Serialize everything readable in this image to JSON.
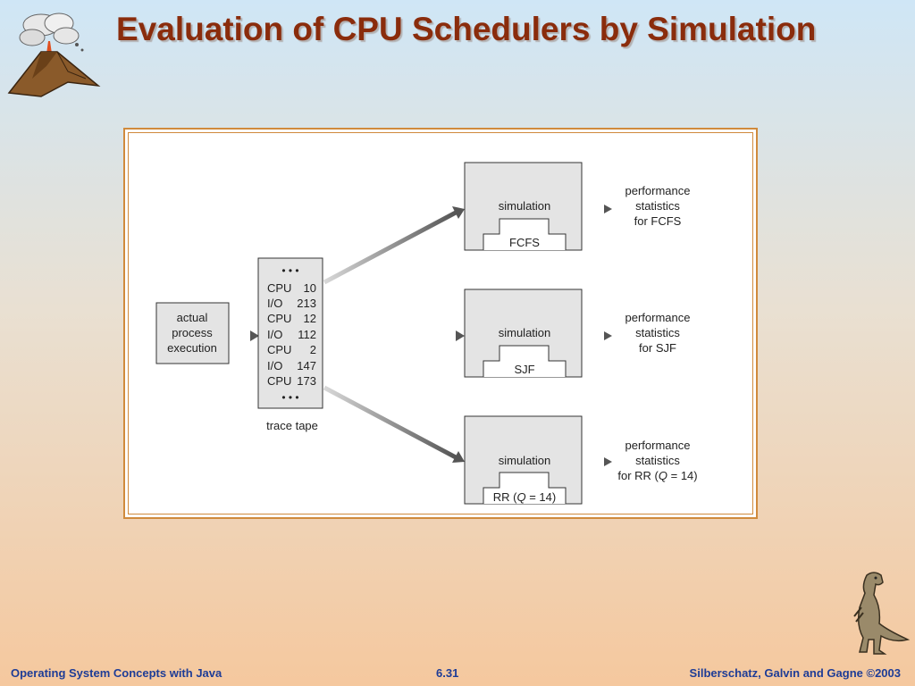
{
  "slide": {
    "title": "Evaluation of CPU Schedulers by Simulation"
  },
  "diagram": {
    "source_box": [
      "actual",
      "process",
      "execution"
    ],
    "trace_tape": {
      "label": "trace tape",
      "ellipsis": "• • •",
      "entries": [
        {
          "kind": "CPU",
          "value": "10"
        },
        {
          "kind": "I/O",
          "value": "213"
        },
        {
          "kind": "CPU",
          "value": "12"
        },
        {
          "kind": "I/O",
          "value": "112"
        },
        {
          "kind": "CPU",
          "value": "2"
        },
        {
          "kind": "I/O",
          "value": "147"
        },
        {
          "kind": "CPU",
          "value": "173"
        }
      ]
    },
    "simulations": [
      {
        "label": "simulation",
        "algorithm": "FCFS",
        "output": [
          "performance",
          "statistics",
          "for FCFS"
        ]
      },
      {
        "label": "simulation",
        "algorithm": "SJF",
        "output": [
          "performance",
          "statistics",
          "for SJF"
        ]
      },
      {
        "label": "simulation",
        "algorithm_prefix": "RR (",
        "algorithm_italic": "Q",
        "algorithm_suffix": " = 14)",
        "output": [
          "performance",
          "statistics"
        ],
        "output_prefix": "for RR (",
        "output_italic": "Q",
        "output_suffix": " = 14)"
      }
    ]
  },
  "footer": {
    "left": "Operating System Concepts with Java",
    "center": "6.31",
    "right": "Silberschatz, Galvin and Gagne ©2003"
  },
  "colors": {
    "title": "#8a2c0c",
    "footer": "#1e3c96",
    "frame": "#d08a3c",
    "box_fill": "#e4e4e4"
  }
}
